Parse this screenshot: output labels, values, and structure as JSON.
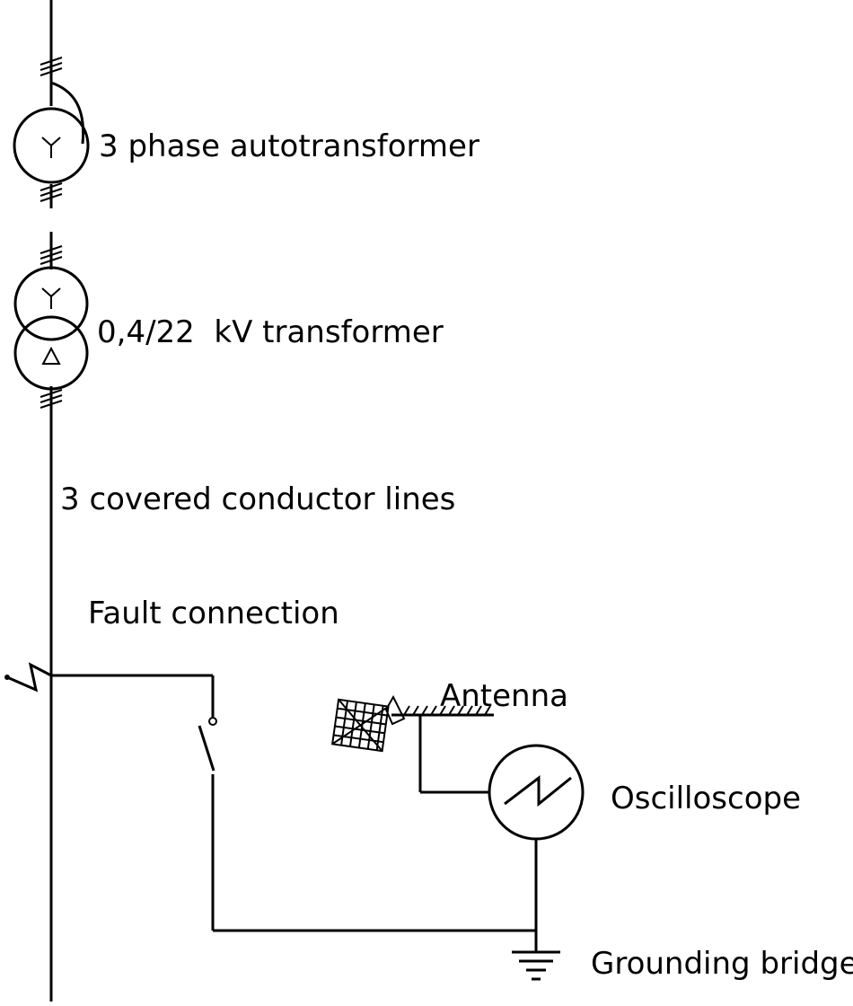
{
  "labels": {
    "autotransformer": "3 phase autotransformer",
    "transformer": "0,4/22  kV transformer",
    "lines": "3 covered conductor lines",
    "fault": "Fault connection",
    "antenna": "Antenna",
    "oscilloscope": "Oscilloscope",
    "grounding": "Grounding bridge"
  },
  "symbols": {
    "autotransformer_winding": "Y",
    "transformer_primary": "Y",
    "transformer_secondary": "Δ"
  },
  "colors": {
    "line": "#000000",
    "background": "#ffffff"
  }
}
